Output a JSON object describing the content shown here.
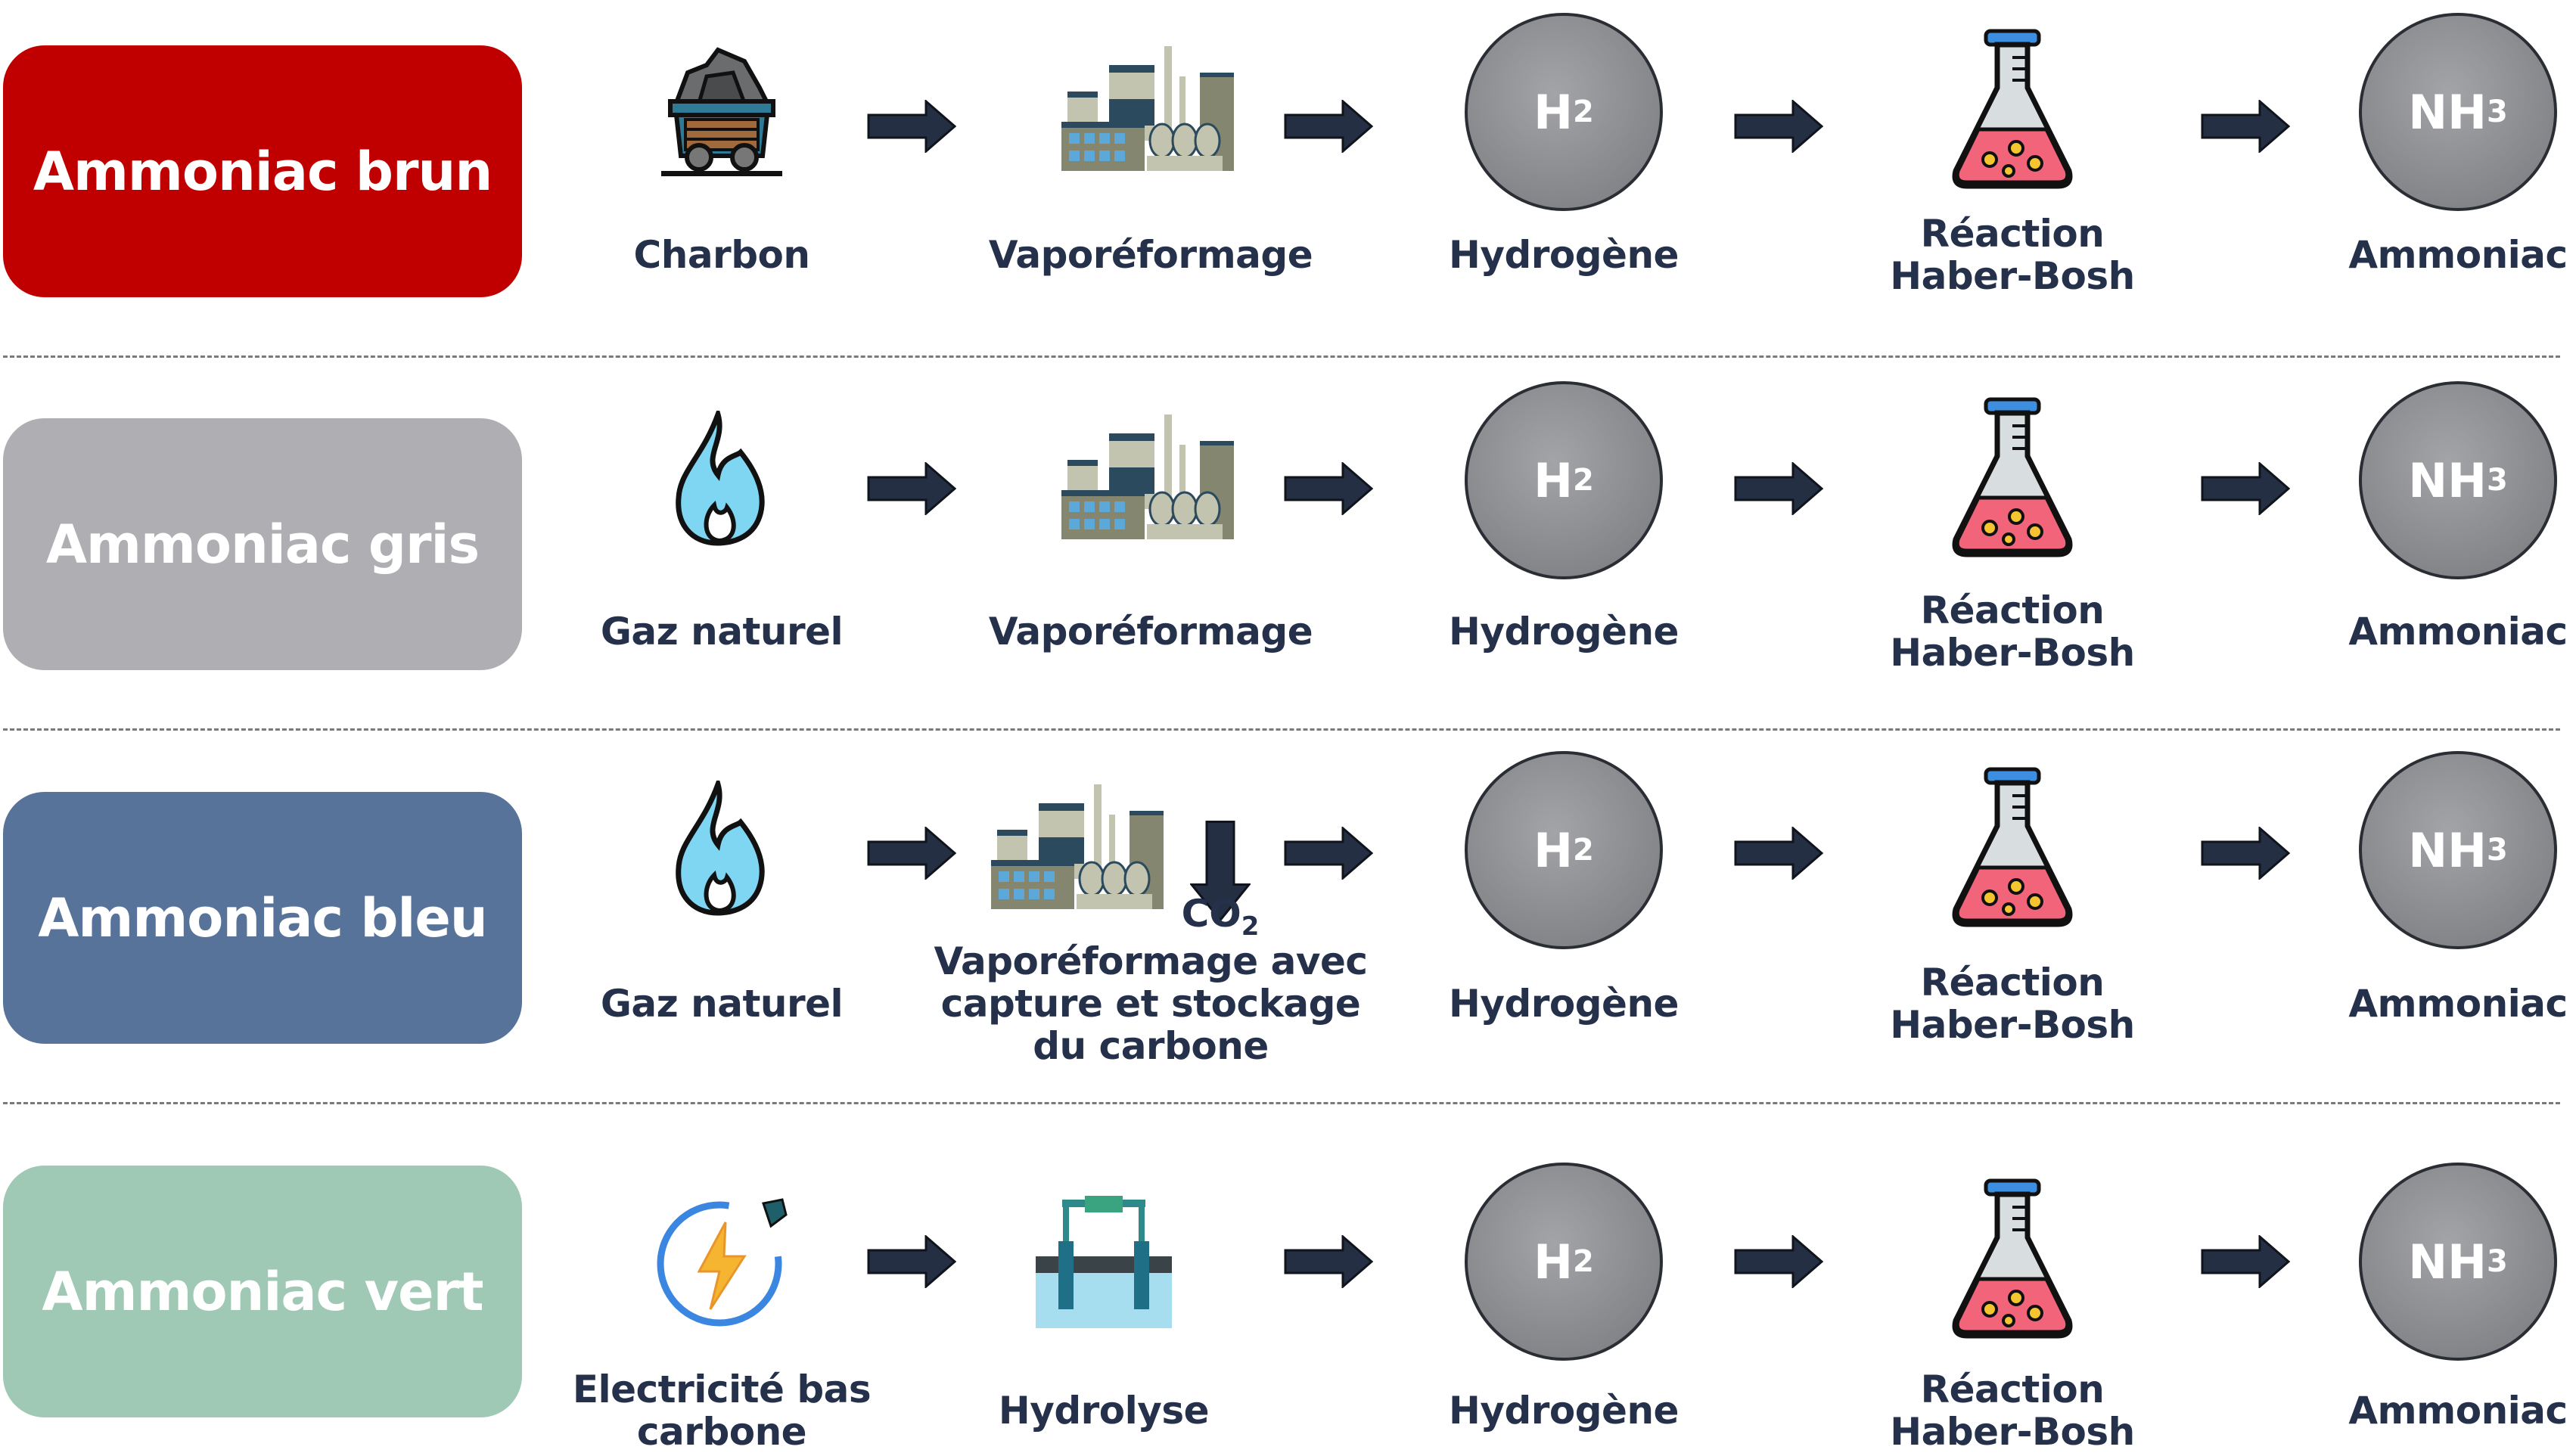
{
  "rows": [
    {
      "title": "Ammoniac brun",
      "color": "#c00000",
      "source": {
        "label": "Charbon",
        "icon": "coal-cart-icon"
      },
      "process": {
        "label": "Vaporéformage",
        "icon": "factory-icon"
      },
      "hydrogen": {
        "label": "Hydrogène",
        "symbol": "H",
        "sub": "2"
      },
      "reaction": {
        "label": "Réaction\nHaber-Bosh",
        "icon": "flask-icon"
      },
      "ammonia": {
        "label": "Ammoniac",
        "symbol": "NH",
        "sub": "3"
      }
    },
    {
      "title": "Ammoniac gris",
      "color": "#aeaeb3",
      "source": {
        "label": "Gaz naturel",
        "icon": "flame-icon"
      },
      "process": {
        "label": "Vaporéformage",
        "icon": "factory-icon"
      },
      "hydrogen": {
        "label": "Hydrogène",
        "symbol": "H",
        "sub": "2"
      },
      "reaction": {
        "label": "Réaction\nHaber-Bosh",
        "icon": "flask-icon"
      },
      "ammonia": {
        "label": "Ammoniac",
        "symbol": "NH",
        "sub": "3"
      }
    },
    {
      "title": "Ammoniac bleu",
      "color": "#587399",
      "source": {
        "label": "Gaz naturel",
        "icon": "flame-icon"
      },
      "process": {
        "label": "Vaporéformage avec\ncapture et stockage\ndu carbone",
        "icon": "factory-icon",
        "co2": "CO",
        "co2_sub": "2"
      },
      "hydrogen": {
        "label": "Hydrogène",
        "symbol": "H",
        "sub": "2"
      },
      "reaction": {
        "label": "Réaction\nHaber-Bosh",
        "icon": "flask-icon"
      },
      "ammonia": {
        "label": "Ammoniac",
        "symbol": "NH",
        "sub": "3"
      }
    },
    {
      "title": "Ammoniac vert",
      "color": "#9fc8b5",
      "source": {
        "label": "Electricité bas\ncarbone",
        "icon": "electricity-icon"
      },
      "process": {
        "label": "Hydrolyse",
        "icon": "electrolysis-icon"
      },
      "hydrogen": {
        "label": "Hydrogène",
        "symbol": "H",
        "sub": "2"
      },
      "reaction": {
        "label": "Réaction\nHaber-Bosh",
        "icon": "flask-icon"
      },
      "ammonia": {
        "label": "Ammoniac",
        "symbol": "NH",
        "sub": "3"
      }
    }
  ],
  "colors": {
    "text": "#25304a",
    "arrow": "#252f44"
  }
}
